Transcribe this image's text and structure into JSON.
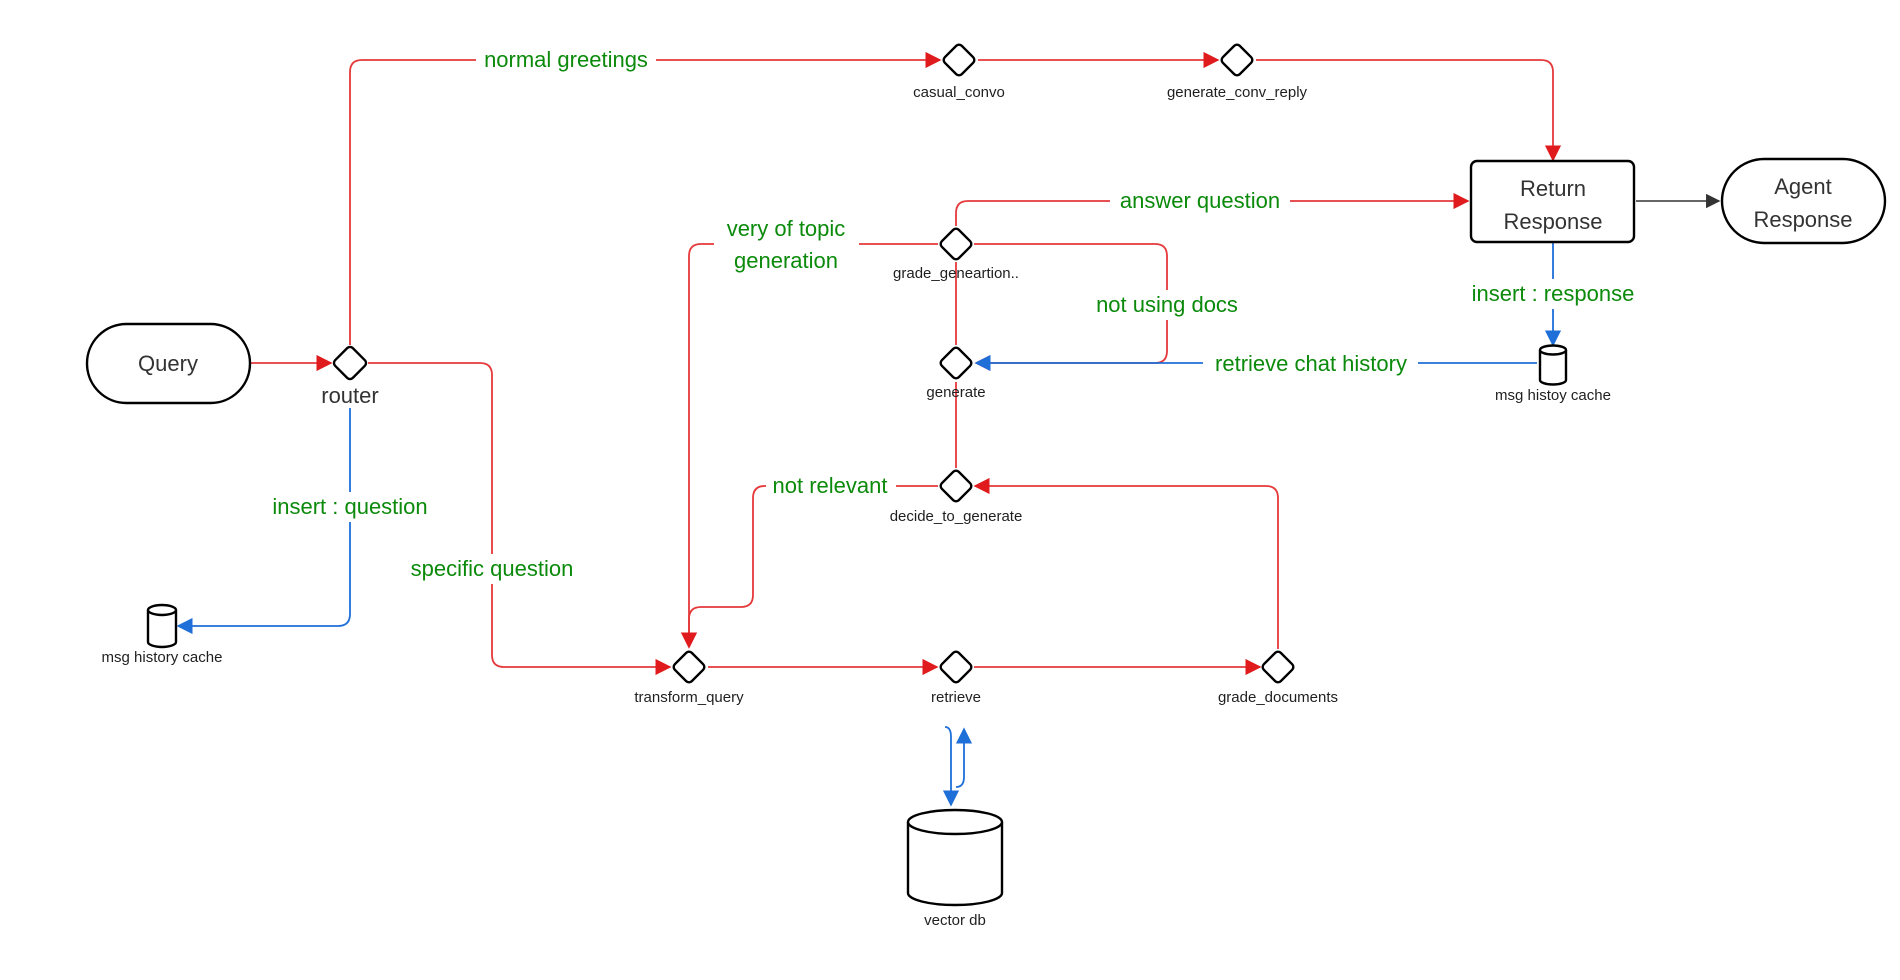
{
  "nodes": {
    "query": "Query",
    "router": "router",
    "casual_convo": "casual_convo",
    "generate_conv_reply": "generate_conv_reply",
    "return_response_line1": "Return",
    "return_response_line2": "Response",
    "agent_response_line1": "Agent",
    "agent_response_line2": "Response",
    "grade_generation": "grade_geneartion..",
    "generate": "generate",
    "decide_to_generate": "decide_to_generate",
    "msg_history_cache_right": "msg histoy cache",
    "msg_history_cache_left": "msg history cache",
    "transform_query": "transform_query",
    "retrieve": "retrieve",
    "grade_documents": "grade_documents",
    "vector_db": "vector db"
  },
  "edges": {
    "normal_greetings": "normal greetings",
    "answer_question": "answer question",
    "very_of_topic_line1": "very of topic",
    "very_of_topic_line2": "generation",
    "not_using_docs": "not using docs",
    "retrieve_chat_history": "retrieve chat history",
    "insert_response": "insert : response",
    "not_relevant": "not relevant",
    "insert_question": "insert : question",
    "specific_question": "specific question"
  },
  "colors": {
    "flow": "#e5393b",
    "data": "#1f6fd8",
    "edge_label": "#0b8a0b"
  }
}
